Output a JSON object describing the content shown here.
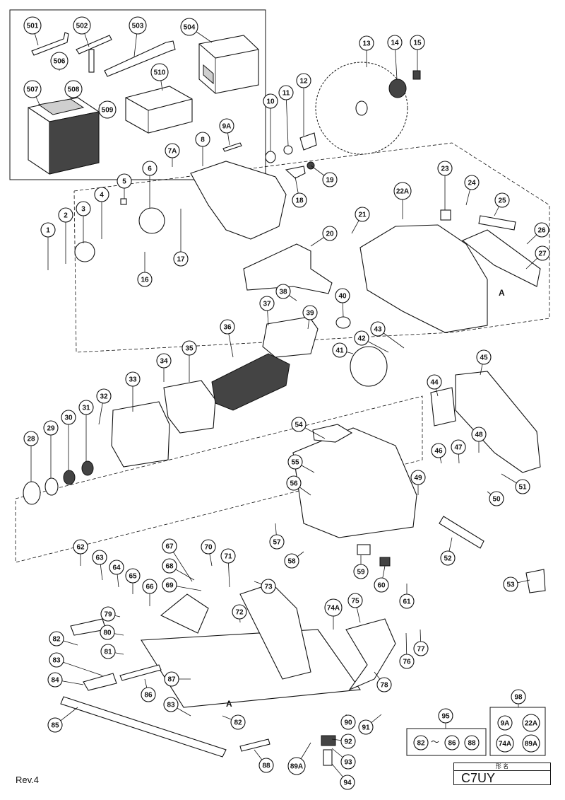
{
  "model": "C7UY",
  "title_header": "形 名",
  "revision": "Rev.4",
  "section_marks": [
    "A",
    "A"
  ],
  "callouts": [
    "501",
    "502",
    "503",
    "504",
    "506",
    "507",
    "508",
    "509",
    "510",
    "1",
    "2",
    "3",
    "4",
    "5",
    "6",
    "7A",
    "8",
    "9A",
    "10",
    "11",
    "12",
    "13",
    "14",
    "15",
    "16",
    "17",
    "18",
    "19",
    "20",
    "21",
    "22A",
    "23",
    "24",
    "25",
    "26",
    "27",
    "28",
    "29",
    "30",
    "31",
    "32",
    "33",
    "34",
    "35",
    "36",
    "37",
    "38",
    "39",
    "40",
    "41",
    "42",
    "43",
    "44",
    "45",
    "46",
    "47",
    "48",
    "49",
    "50",
    "51",
    "52",
    "53",
    "54",
    "55",
    "56",
    "57",
    "58",
    "59",
    "60",
    "61",
    "62",
    "63",
    "64",
    "65",
    "66",
    "67",
    "68",
    "69",
    "70",
    "71",
    "72",
    "73",
    "74A",
    "75",
    "76",
    "77",
    "78",
    "79",
    "80",
    "81",
    "82",
    "83",
    "84",
    "85",
    "86",
    "87",
    "83",
    "82",
    "88",
    "89A",
    "90",
    "91",
    "92",
    "93",
    "94"
  ],
  "group_95": {
    "label": "95",
    "items": [
      "82",
      "〜",
      "86",
      "88"
    ]
  },
  "group_98": {
    "label": "98",
    "items": [
      "9A",
      "22A",
      "74A",
      "89A"
    ]
  }
}
